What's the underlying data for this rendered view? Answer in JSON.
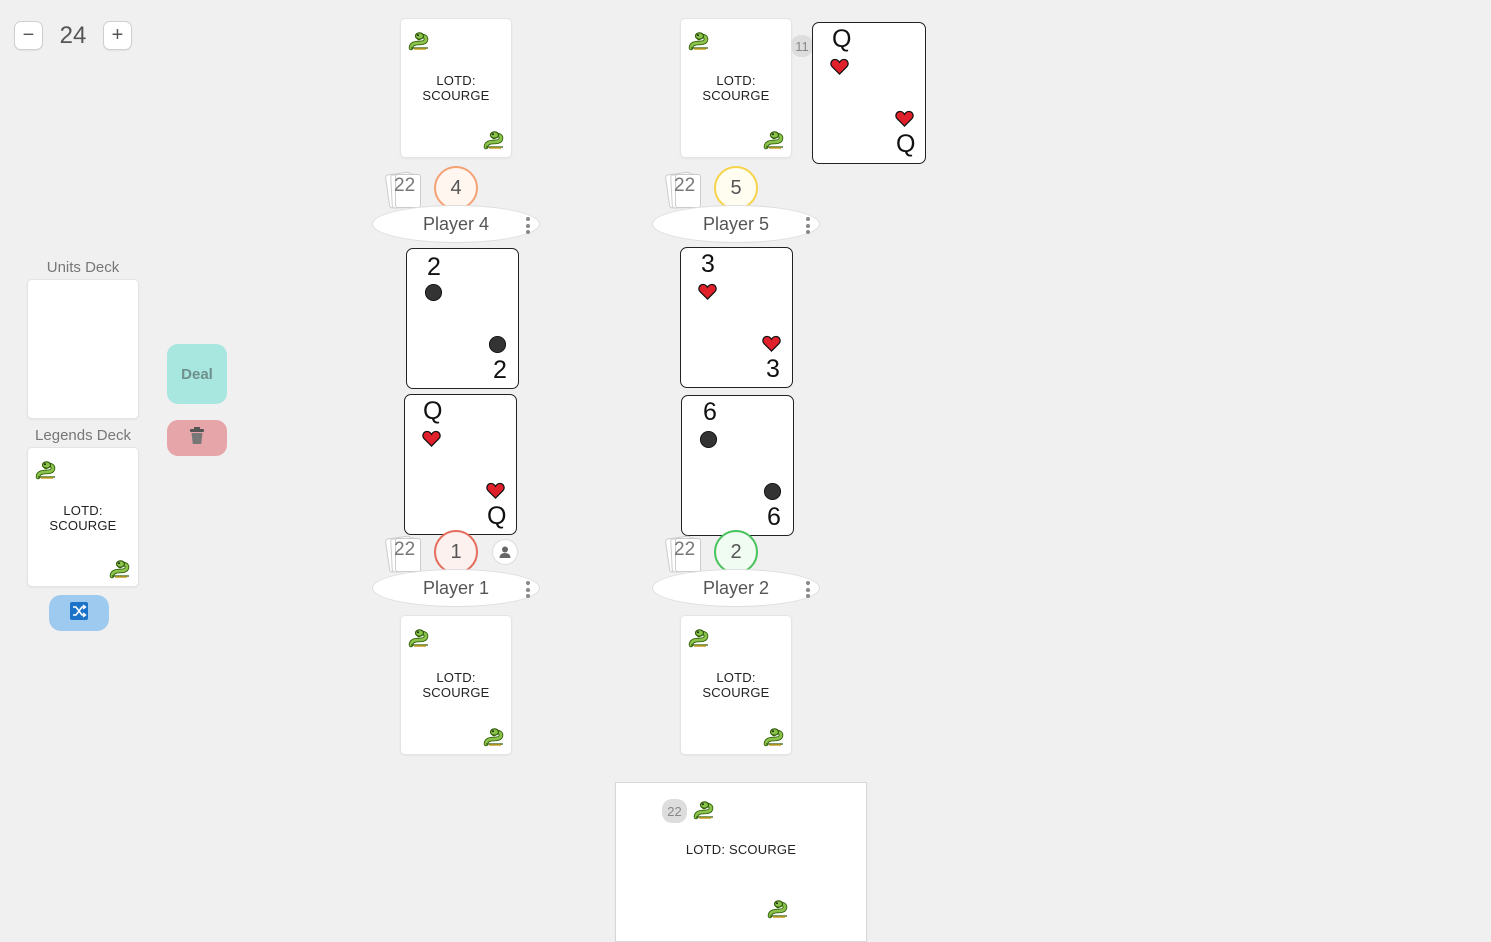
{
  "zoom": {
    "minus": "−",
    "value": "24",
    "plus": "+"
  },
  "card_back_title": "LOTD: SCOURGE",
  "decks": {
    "units_label": "Units Deck",
    "legends_label": "Legends Deck"
  },
  "buttons": {
    "deal": "Deal"
  },
  "players": {
    "p4": {
      "name": "Player 4",
      "seat": "4",
      "hand_count": "22",
      "seat_color": "#f4a173"
    },
    "p5": {
      "name": "Player 5",
      "seat": "5",
      "hand_count": "22",
      "seat_color": "#f5d34a"
    },
    "p1": {
      "name": "Player 1",
      "seat": "1",
      "hand_count": "22",
      "seat_color": "#e46b5e"
    },
    "p2": {
      "name": "Player 2",
      "seat": "2",
      "hand_count": "22",
      "seat_color": "#46c35a"
    }
  },
  "cards": {
    "p4_top": {
      "rank": "2",
      "suit": "circle"
    },
    "p4_bottom": {
      "rank": "Q",
      "suit": "heart"
    },
    "p5_top": {
      "rank": "3",
      "suit": "heart"
    },
    "p5_bottom": {
      "rank": "6",
      "suit": "circle"
    },
    "floating": {
      "rank": "Q",
      "suit": "heart",
      "count": "11"
    }
  },
  "bottom_pile": {
    "count": "22"
  },
  "colors": {
    "heart": "#e0202a",
    "circle": "#333333",
    "background": "#f0f0f0"
  },
  "icons": [
    "snake-icon",
    "heart-icon",
    "circle-icon",
    "trash-icon",
    "shuffle-icon",
    "user-icon",
    "kebab-icon"
  ]
}
